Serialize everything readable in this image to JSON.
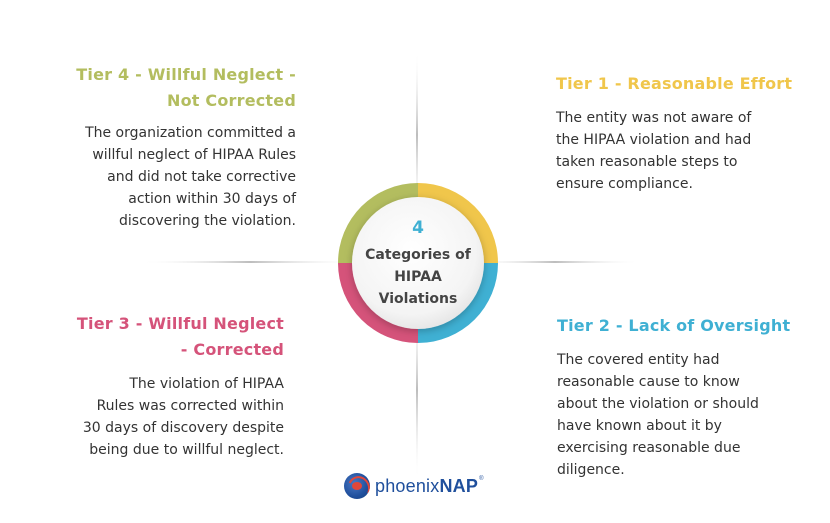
{
  "center": {
    "number": "4",
    "line1": "Categories of",
    "line2": "HIPAA",
    "line3": "Violations"
  },
  "tiers": {
    "tier4": {
      "number": "04",
      "title_line1": "Tier 4 - Willful Neglect -",
      "title_line2": "Not Corrected",
      "desc_lines": [
        "The organization committed a",
        "willful neglect of HIPAA Rules",
        "and did not take corrective",
        "action within 30 days of",
        "discovering the violation."
      ],
      "color": "#b3bd5f"
    },
    "tier1": {
      "number": "01",
      "title_line1": "Tier 1 - Reasonable Effort",
      "desc_lines": [
        "The entity was not aware of",
        "the HIPAA violation and had",
        "taken reasonable steps to",
        "ensure compliance."
      ],
      "color": "#f0c64b"
    },
    "tier3": {
      "number": "03",
      "title_line1": "Tier 3 - Willful Neglect",
      "title_line2": "- Corrected",
      "desc_lines": [
        "The violation of HIPAA",
        "Rules was corrected within",
        "30 days of discovery despite",
        "being due to willful neglect."
      ],
      "color": "#d5537a"
    },
    "tier2": {
      "number": "02",
      "title_line1": "Tier 2 - Lack of Oversight",
      "desc_lines": [
        "The covered entity had",
        "reasonable cause to know",
        "about the violation or should",
        "have known about it by",
        "exercising reasonable due",
        "diligence."
      ],
      "color": "#3fb0d3"
    }
  },
  "logo": {
    "text_light": "phoenix",
    "text_bold": "NAP",
    "trademark": "®"
  }
}
